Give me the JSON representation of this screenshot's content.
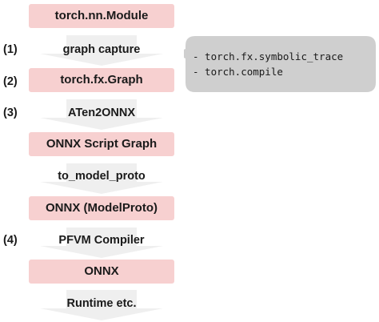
{
  "nodes": [
    {
      "label": "torch.nn.Module"
    },
    {
      "label": "torch.fx.Graph"
    },
    {
      "label": "ONNX Script Graph"
    },
    {
      "label": "ONNX (ModelProto)"
    },
    {
      "label": "ONNX"
    }
  ],
  "edges": [
    {
      "label": "graph capture",
      "step": "(1)"
    },
    {
      "label": "ATen2ONNX",
      "step": "(3)"
    },
    {
      "label": "to_model_proto",
      "step": ""
    },
    {
      "label": "PFVM Compiler",
      "step": "(4)"
    },
    {
      "label": "Runtime etc.",
      "step": ""
    }
  ],
  "node_steps": {
    "fx_graph": "(2)"
  },
  "callout": {
    "lines": [
      "- torch.fx.symbolic_trace",
      "- torch.compile"
    ]
  },
  "colors": {
    "node_fill": "#f7d0d0",
    "arrow_fill": "#efefef",
    "callout_fill": "#cfcfcf"
  }
}
